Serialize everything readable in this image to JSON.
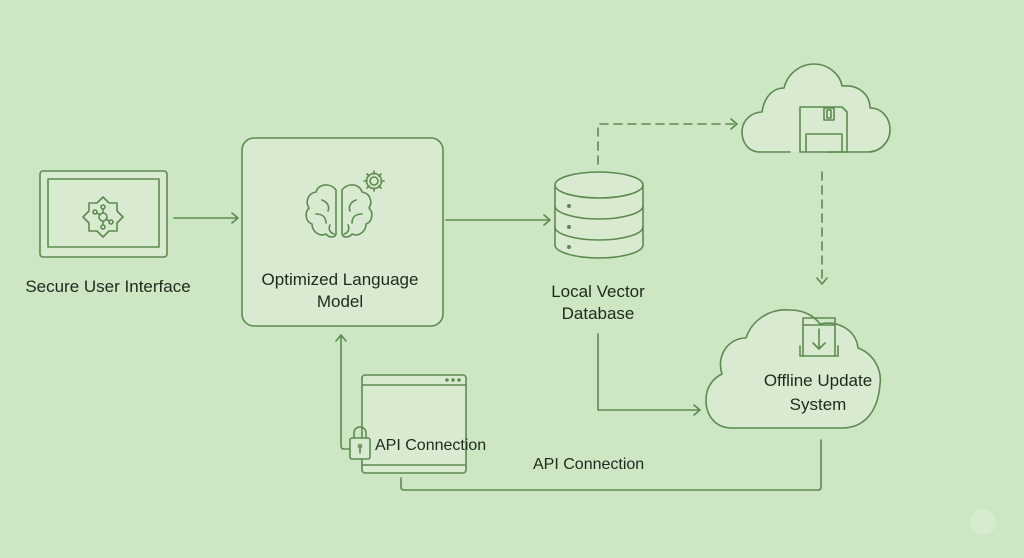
{
  "nodes": {
    "ui": {
      "label": "Secure User Interface",
      "icon": "network-hub-icon"
    },
    "llm": {
      "label_line1": "Optimized Language",
      "label_line2": "Model",
      "icon": "brain-gear-icon"
    },
    "db": {
      "label_line1": "Local Vector",
      "label_line2": "Database",
      "icon": "database-icon"
    },
    "cloud_storage": {
      "icon": "floppy-disk-icon"
    },
    "offline": {
      "label_line1": "Offline Update",
      "label_line2": "System",
      "icon": "download-icon"
    },
    "api": {
      "label": "API Connection",
      "icon": "lock-icon"
    }
  },
  "edges": {
    "api_bottom_label": "API Connection"
  },
  "colors": {
    "background": "#cde6c4",
    "stroke": "#5e8a52",
    "node_fill": "#d8ebd0",
    "text": "#1e2a1c"
  }
}
